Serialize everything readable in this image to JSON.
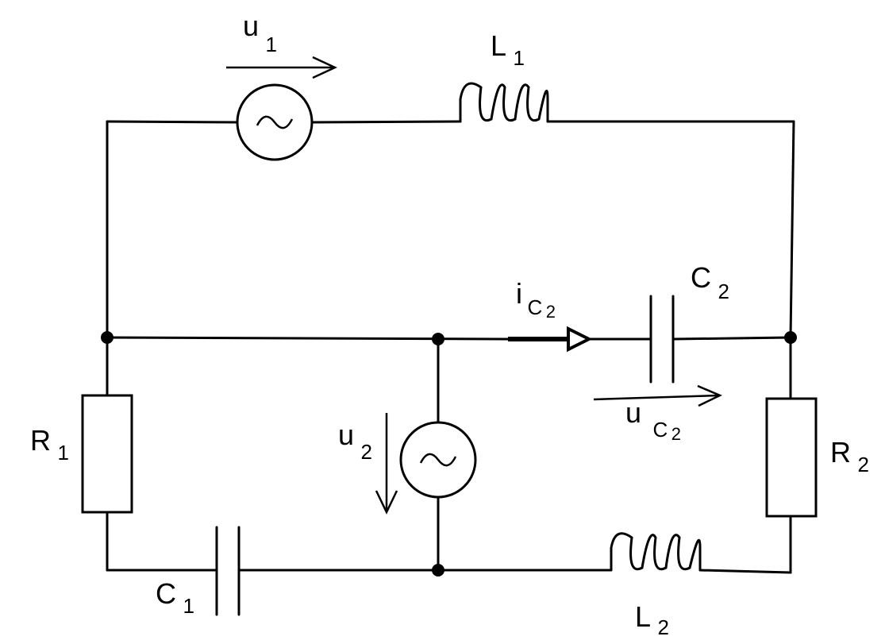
{
  "labels": {
    "u1": {
      "main": "u",
      "sub": "1"
    },
    "L1": {
      "main": "L",
      "sub": "1"
    },
    "C2": {
      "main": "C",
      "sub": "2"
    },
    "iC2": {
      "main": "i",
      "sub": "C",
      "subsub": "2"
    },
    "uC2": {
      "main": "u",
      "sub": "C",
      "subsub": "2"
    },
    "R1": {
      "main": "R",
      "sub": "1"
    },
    "R2": {
      "main": "R",
      "sub": "2"
    },
    "u2": {
      "main": "u",
      "sub": "2"
    },
    "C1": {
      "main": "C",
      "sub": "1"
    },
    "L2": {
      "main": "L",
      "sub": "2"
    }
  },
  "symbols": {
    "ac_source": "~"
  }
}
